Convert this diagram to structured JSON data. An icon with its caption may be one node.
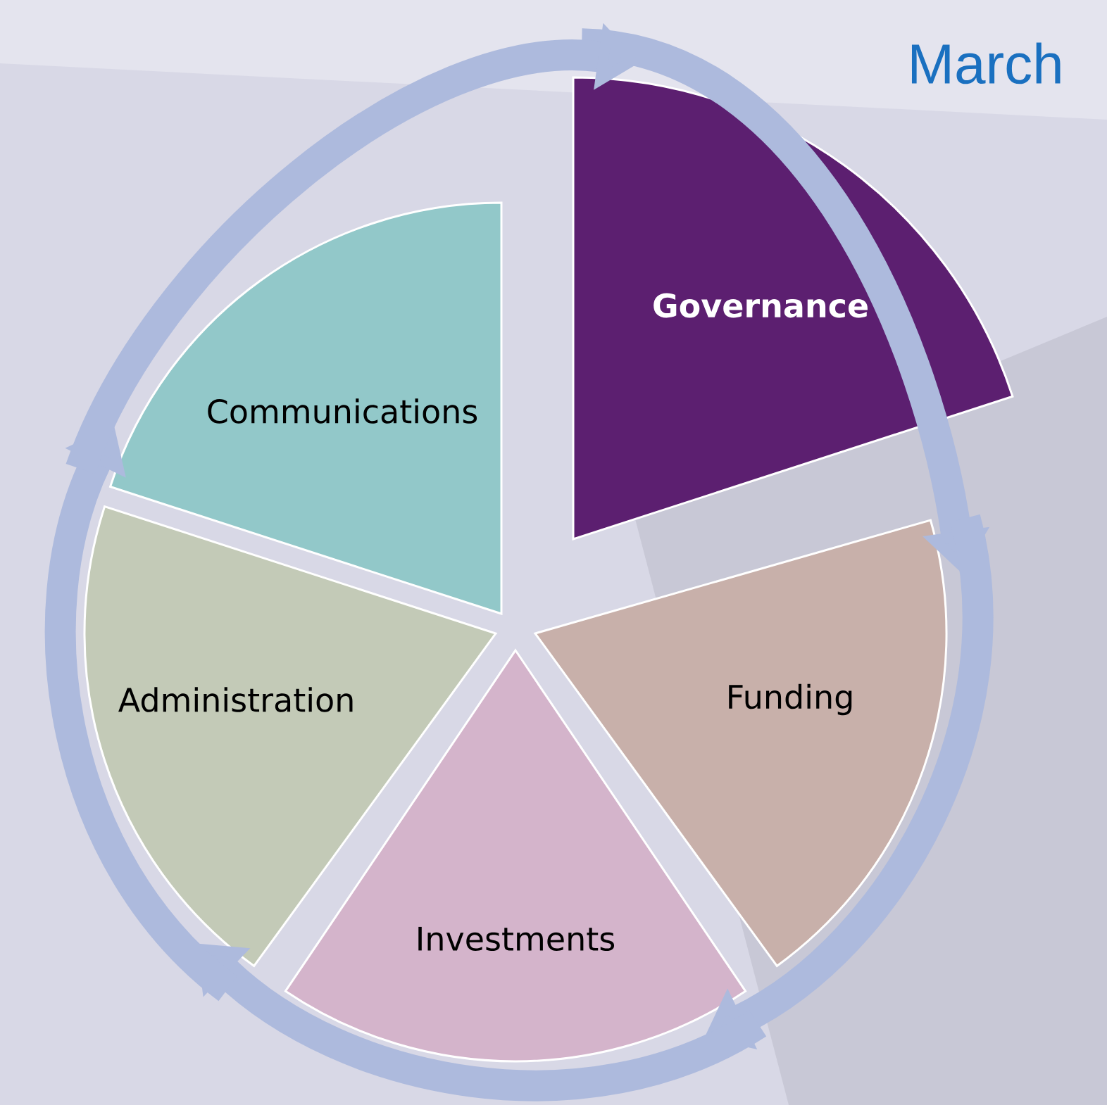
{
  "diagram": {
    "nodes": [
      {
        "text": [
          "Governance"
        ]
      },
      {
        "text": [
          "Funding"
        ]
      },
      {
        "text": [
          "Investments"
        ]
      },
      {
        "text": [
          "Administration"
        ]
      },
      {
        "text": [
          "Communications"
        ]
      }
    ],
    "edges": [
      {
        "from": 0,
        "to": 1,
        "arrow": "to"
      },
      {
        "from": 1,
        "to": 2,
        "arrow": "to"
      },
      {
        "from": 2,
        "to": 3,
        "arrow": "to"
      },
      {
        "from": 3,
        "to": 4,
        "arrow": "to"
      },
      {
        "from": 4,
        "to": 0,
        "arrow": "to"
      }
    ],
    "labels": [
      "March"
    ]
  }
}
